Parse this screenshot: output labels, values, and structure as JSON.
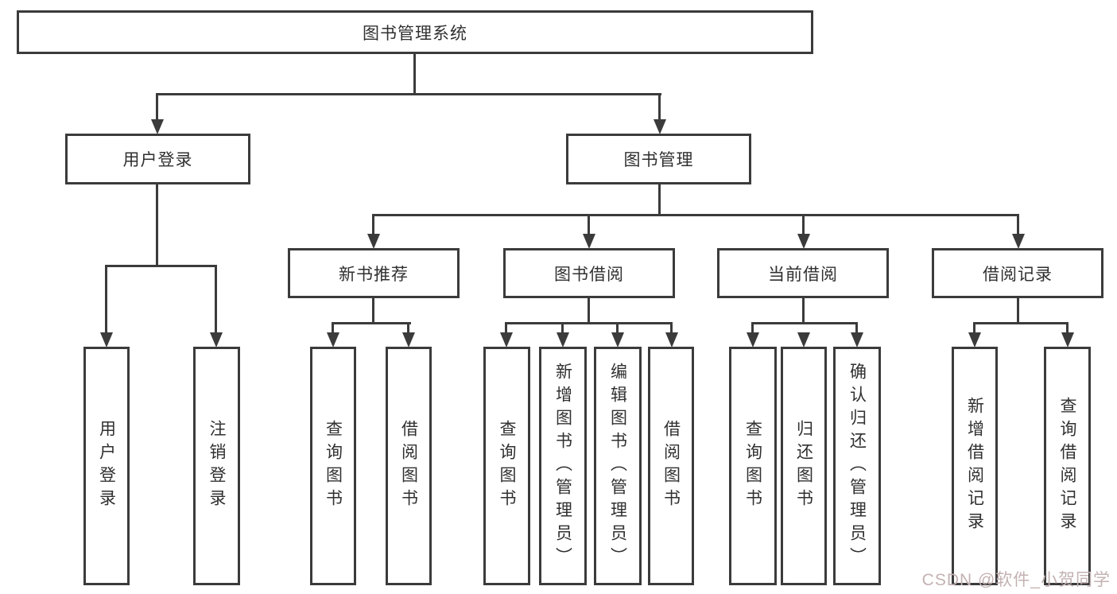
{
  "nodes": {
    "root": "图书管理系统",
    "user_login": "用户登录",
    "book_mgmt": "图书管理",
    "new_book_rec": "新书推荐",
    "book_borrow": "图书借阅",
    "current_borrow": "当前借阅",
    "borrow_record": "借阅记录"
  },
  "leaves": {
    "user_login": [
      "用户登录",
      "注销登录"
    ],
    "new_book_rec": [
      "查询图书",
      "借阅图书"
    ],
    "book_borrow": [
      "查询图书",
      "新增图书（管理员）",
      "编辑图书（管理员）",
      "借阅图书"
    ],
    "current_borrow": [
      "查询图书",
      "归还图书",
      "确认归还（管理员）"
    ],
    "borrow_record": [
      "新增借阅记录",
      "查询借阅记录"
    ]
  },
  "colors": {
    "line": "#3b3b3b",
    "box_background": "#ffffff",
    "text": "#303030",
    "watermark": "#c4b2b2"
  },
  "watermark": "CSDN @软件_小贺同学"
}
